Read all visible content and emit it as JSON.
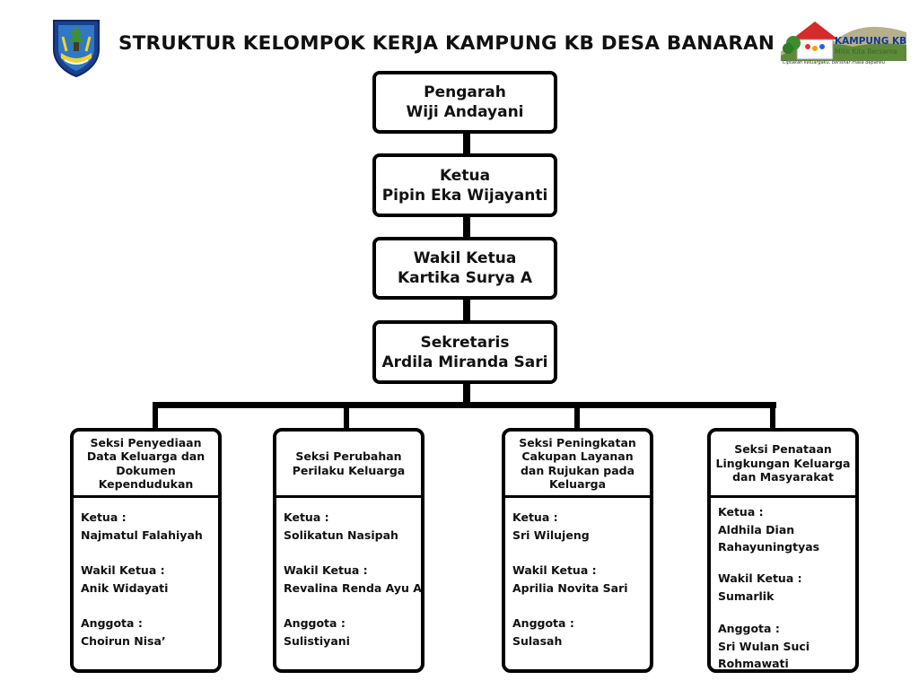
{
  "title": "STRUKTUR KELOMPOK KERJA KAMPUNG KB DESA BANARAN",
  "logo_right": {
    "name": "KAMPUNG KB",
    "tagline": "Milik Kita Bersama",
    "motto": "Ciptakan keluargaku, bersinar masa depanku"
  },
  "hierarchy": [
    {
      "role": "Pengarah",
      "name": "Wiji Andayani"
    },
    {
      "role": "Ketua",
      "name": "Pipin Eka Wijayanti"
    },
    {
      "role": "Wakil Ketua",
      "name": "Kartika Surya A"
    },
    {
      "role": "Sekretaris",
      "name": "Ardila Miranda Sari"
    }
  ],
  "seksi": [
    {
      "title": "Seksi Penyediaan Data Keluarga dan Dokumen Kependudukan",
      "ketua_label": "Ketua :",
      "ketua": "Najmatul Falahiyah",
      "wakil_label": "Wakil Ketua :",
      "wakil": "Anik Widayati",
      "anggota_label": "Anggota :",
      "anggota": "Choirun Nisa’"
    },
    {
      "title": "Seksi Perubahan Perilaku Keluarga",
      "ketua_label": "Ketua :",
      "ketua": "Solikatun Nasipah",
      "wakil_label": "Wakil Ketua :",
      "wakil": "Revalina Renda Ayu A",
      "anggota_label": "Anggota :",
      "anggota": "Sulistiyani"
    },
    {
      "title": "Seksi Peningkatan Cakupan Layanan dan Rujukan pada Keluarga",
      "ketua_label": "Ketua :",
      "ketua": "Sri Wilujeng",
      "wakil_label": "Wakil Ketua :",
      "wakil": "Aprilia Novita Sari",
      "anggota_label": "Anggota :",
      "anggota": "Sulasah"
    },
    {
      "title": "Seksi Penataan Lingkungan Keluarga dan Masyarakat",
      "ketua_label": "Ketua :",
      "ketua": "Aldhila Dian Rahayuningtyas",
      "wakil_label": "Wakil Ketua :",
      "wakil": "Sumarlik",
      "anggota_label": "Anggota :",
      "anggota": "Sri Wulan Suci Rohmawati"
    }
  ]
}
